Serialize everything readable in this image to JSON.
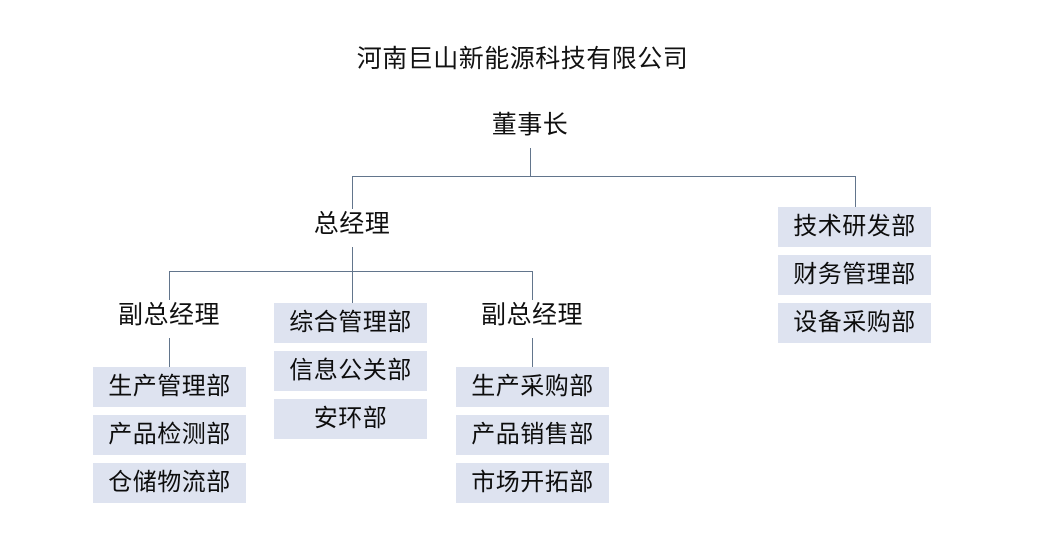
{
  "chart_data": {
    "type": "diagram",
    "title": "河南巨山新能源科技有限公司",
    "root": "董事长",
    "nodes": [
      {
        "id": "company",
        "label": "河南巨山新能源科技有限公司",
        "style": "plain"
      },
      {
        "id": "chairman",
        "label": "董事长",
        "style": "plain"
      },
      {
        "id": "gm",
        "label": "总经理",
        "style": "plain"
      },
      {
        "id": "dgm_left",
        "label": "副总经理",
        "style": "plain"
      },
      {
        "id": "dgm_right",
        "label": "副总经理",
        "style": "plain"
      },
      {
        "id": "d_prod_mgmt",
        "label": "生产管理部",
        "style": "box"
      },
      {
        "id": "d_prod_test",
        "label": "产品检测部",
        "style": "box"
      },
      {
        "id": "d_warehouse",
        "label": "仓储物流部",
        "style": "box"
      },
      {
        "id": "d_general_mgmt",
        "label": "综合管理部",
        "style": "box"
      },
      {
        "id": "d_info_pr",
        "label": "信息公关部",
        "style": "box"
      },
      {
        "id": "d_safety_env",
        "label": "安环部",
        "style": "box"
      },
      {
        "id": "d_prod_purchase",
        "label": "生产采购部",
        "style": "box"
      },
      {
        "id": "d_prod_sales",
        "label": "产品销售部",
        "style": "box"
      },
      {
        "id": "d_market_dev",
        "label": "市场开拓部",
        "style": "box"
      },
      {
        "id": "d_rnd",
        "label": "技术研发部",
        "style": "box"
      },
      {
        "id": "d_finance",
        "label": "财务管理部",
        "style": "box"
      },
      {
        "id": "d_equip_purchase",
        "label": "设备采购部",
        "style": "box"
      }
    ],
    "edges": [
      {
        "from": "chairman",
        "to": "gm"
      },
      {
        "from": "chairman",
        "to": "d_rnd"
      },
      {
        "from": "gm",
        "to": "dgm_left"
      },
      {
        "from": "gm",
        "to": "d_general_mgmt"
      },
      {
        "from": "gm",
        "to": "dgm_right"
      },
      {
        "from": "dgm_left",
        "to": "d_prod_mgmt"
      },
      {
        "from": "dgm_right",
        "to": "d_prod_purchase"
      }
    ],
    "colors": {
      "box_fill": "#dee3f0",
      "connector": "#62758c",
      "text": "#0d0d0d",
      "background": "#ffffff"
    }
  },
  "header": {
    "company_title": "河南巨山新能源科技有限公司"
  },
  "levels": {
    "chairman": "董事长",
    "general_manager": "总经理",
    "deputy_gm_left": "副总经理",
    "deputy_gm_right": "副总经理"
  },
  "columns": {
    "production": {
      "lead": "副总经理",
      "departments": [
        "生产管理部",
        "产品检测部",
        "仓储物流部"
      ]
    },
    "administration": {
      "departments": [
        "综合管理部",
        "信息公关部",
        "安环部"
      ]
    },
    "sales": {
      "lead": "副总经理",
      "departments": [
        "生产采购部",
        "产品销售部",
        "市场开拓部"
      ]
    },
    "direct": {
      "departments": [
        "技术研发部",
        "财务管理部",
        "设备采购部"
      ]
    }
  }
}
